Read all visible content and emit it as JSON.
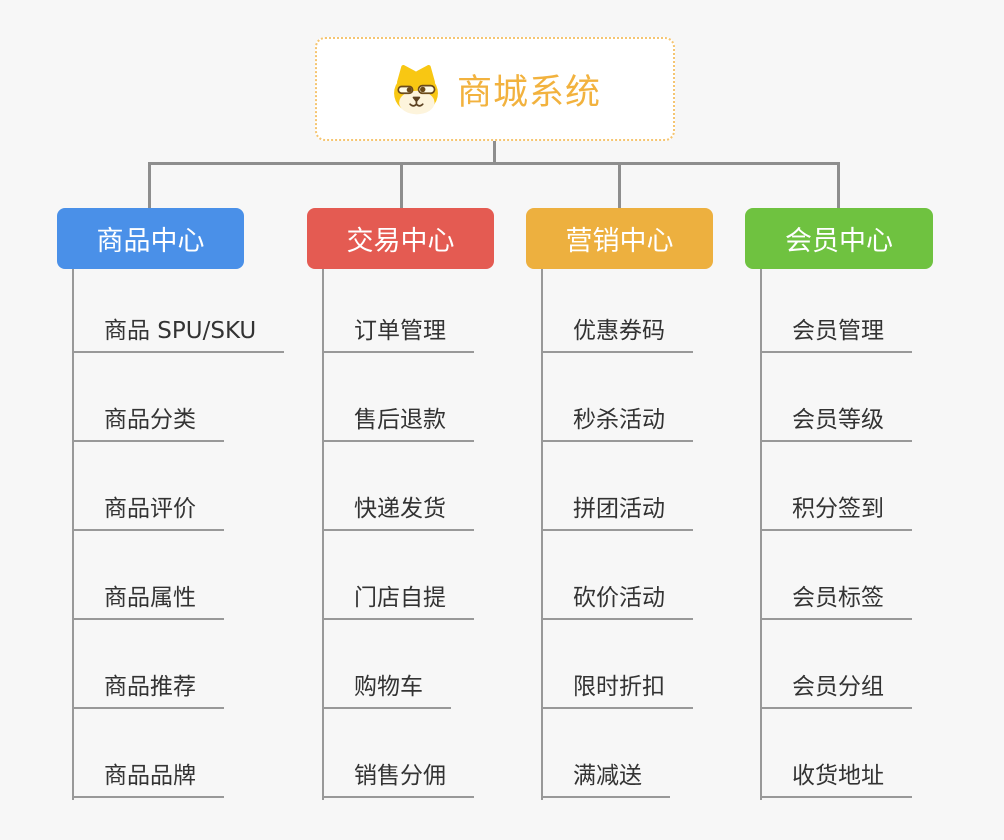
{
  "canvas": {
    "background": "#f7f7f7",
    "connector_color": "#8e8e8e",
    "underline_color": "#999999"
  },
  "root": {
    "label": "商城系统",
    "icon": "shiba-dog-icon",
    "text_color": "#f2b23e",
    "border_color": "#f5c571"
  },
  "branches": [
    {
      "label": "商品中心",
      "color": "#4a90e8",
      "children": [
        "商品 SPU/SKU",
        "商品分类",
        "商品评价",
        "商品属性",
        "商品推荐",
        "商品品牌"
      ]
    },
    {
      "label": "交易中心",
      "color": "#e45b52",
      "children": [
        "订单管理",
        "售后退款",
        "快递发货",
        "门店自提",
        "购物车",
        "销售分佣"
      ]
    },
    {
      "label": "营销中心",
      "color": "#edb03f",
      "children": [
        "优惠券码",
        "秒杀活动",
        "拼团活动",
        "砍价活动",
        "限时折扣",
        "满减送"
      ]
    },
    {
      "label": "会员中心",
      "color": "#6fc240",
      "children": [
        "会员管理",
        "会员等级",
        "积分签到",
        "会员标签",
        "会员分组",
        "收货地址"
      ]
    }
  ]
}
